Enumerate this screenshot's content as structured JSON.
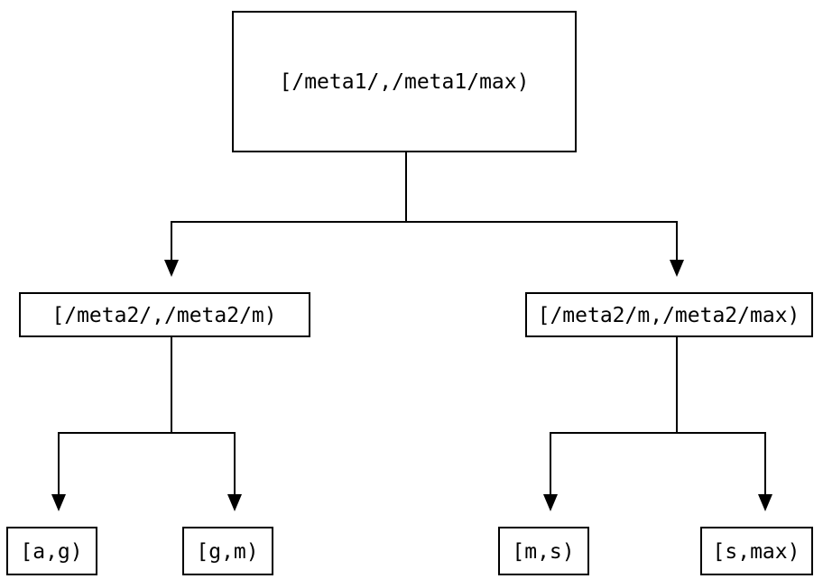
{
  "diagram": {
    "colors": {
      "background": "#ffffff",
      "line": "#000000",
      "text": "#000000",
      "node_fill": "#ffffff"
    },
    "nodes": {
      "root": {
        "label": "[/meta1/,/meta1/max)"
      },
      "left": {
        "label": "[/meta2/,/meta2/m)"
      },
      "right": {
        "label": "[/meta2/m,/meta2/max)"
      },
      "leaf_ag": {
        "label": "[a,g)"
      },
      "leaf_gm": {
        "label": "[g,m)"
      },
      "leaf_ms": {
        "label": "[m,s)"
      },
      "leaf_smax": {
        "label": "[s,max)"
      }
    },
    "edges": [
      {
        "from": "root",
        "to": "left"
      },
      {
        "from": "root",
        "to": "right"
      },
      {
        "from": "left",
        "to": "leaf_ag"
      },
      {
        "from": "left",
        "to": "leaf_gm"
      },
      {
        "from": "right",
        "to": "leaf_ms"
      },
      {
        "from": "right",
        "to": "leaf_smax"
      }
    ]
  }
}
